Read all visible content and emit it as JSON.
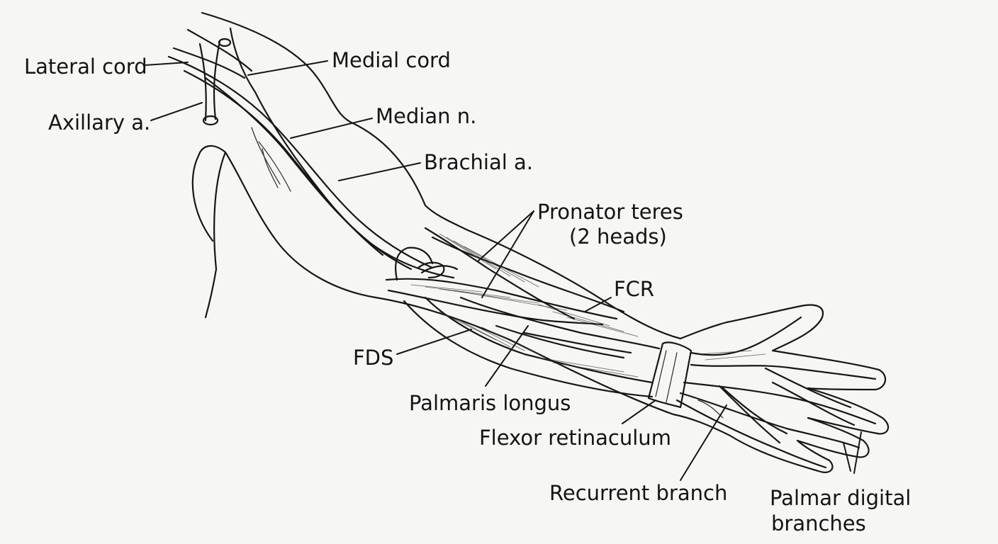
{
  "labels": {
    "lateral_cord": "Lateral cord",
    "medial_cord": "Medial cord",
    "axillary_artery": "Axillary a.",
    "median_nerve": "Median n.",
    "brachial_artery": "Brachial a.",
    "pronator_teres_line1": "Pronator teres",
    "pronator_teres_line2": "(2 heads)",
    "fcr": "FCR",
    "fds": "FDS",
    "palmaris_longus": "Palmaris longus",
    "flexor_retinaculum": "Flexor retinaculum",
    "recurrent_branch": "Recurrent branch",
    "palmar_digital_line1": "Palmar digital",
    "palmar_digital_line2": "branches"
  },
  "colors": {
    "background": "#f6f6f4",
    "ink": "#161616"
  }
}
